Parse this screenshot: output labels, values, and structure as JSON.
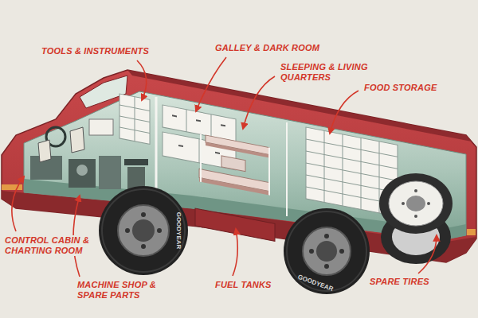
{
  "diagram": {
    "labels": [
      "TOOLS & INSTRUMENTS",
      "GALLEY & DARK ROOM",
      "SLEEPING & LIVING QUARTERS",
      "FOOD STORAGE",
      "CONTROL CABIN & CHARTING ROOM",
      "MACHINE SHOP & SPARE PARTS",
      "FUEL TANKS",
      "SPARE TIRES",
      "GOODYEAR",
      "GOODYEAR"
    ]
  }
}
